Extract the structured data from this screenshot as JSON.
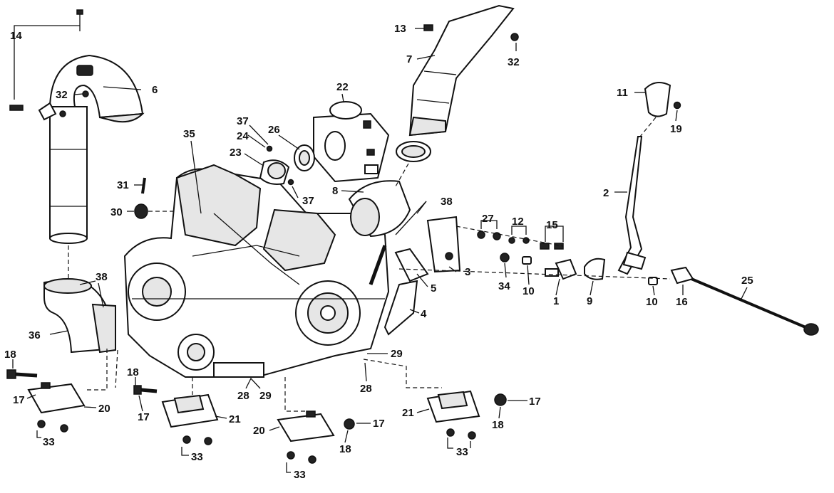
{
  "diagram": {
    "labels": {
      "l1": "1",
      "l2": "2",
      "l4": "4",
      "l5": "5",
      "l6": "6",
      "l7": "7",
      "l8": "8",
      "l9": "9",
      "l10a": "10",
      "l10b": "10",
      "l11": "11",
      "l12": "12",
      "l13": "13",
      "l14": "14",
      "l15": "15",
      "l16": "16",
      "l17a": "17",
      "l17b": "17",
      "l17c": "17",
      "l17d": "17",
      "l18a": "18",
      "l18b": "18",
      "l18c": "18",
      "l18d": "18",
      "l19": "19",
      "l20a": "20",
      "l20b": "20",
      "l21a": "21",
      "l21b": "21",
      "l22": "22",
      "l23": "23",
      "l24": "24",
      "l25": "25",
      "l26": "26",
      "l27": "27",
      "l28a": "28",
      "l28b": "28",
      "l29a": "29",
      "l29b": "29",
      "l3": "3",
      "l30": "30",
      "l31": "31",
      "l32a": "32",
      "l32b": "32",
      "l33a": "33",
      "l33b": "33",
      "l33c": "33",
      "l33d": "33",
      "l34": "34",
      "l35": "35",
      "l36": "36",
      "l37a": "37",
      "l37b": "37",
      "l38a": "38",
      "l38b": "38"
    }
  }
}
